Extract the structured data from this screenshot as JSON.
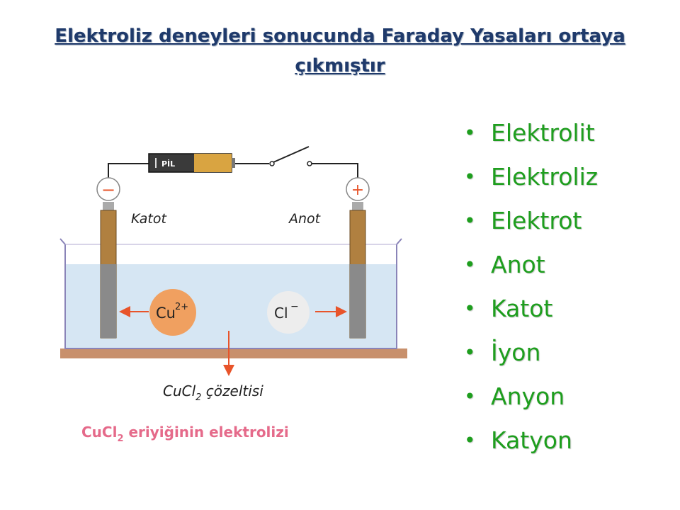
{
  "title": "Elektroliz deneyleri sonucunda Faraday Yasaları ortaya çıkmıştır",
  "bullets": [
    "Elektrolit",
    "Elektroliz",
    "Elektrot",
    "Anot",
    "Katot",
    "İyon",
    "Anyon",
    "Katyon"
  ],
  "diagram": {
    "battery_label": "PİL",
    "cathode_label": "Katot",
    "anode_label": "Anot",
    "cathode_sign": "−",
    "anode_sign": "+",
    "cation": "Cu",
    "cation_charge": "2+",
    "anion": "Cl",
    "anion_charge": "−",
    "solution_label_a": "CuCl",
    "solution_label_sub": "2",
    "solution_label_b": " çözeltisi",
    "caption_a": "CuCl",
    "caption_sub": "2",
    "caption_b": " eriyiğinin elektrolizi",
    "colors": {
      "cation": "#F0A060",
      "anion": "#EDEDED",
      "liquid": "#D6E6F3",
      "base": "#C8906C",
      "caption": "#E56A8A",
      "arrow": "#E8542A"
    }
  }
}
